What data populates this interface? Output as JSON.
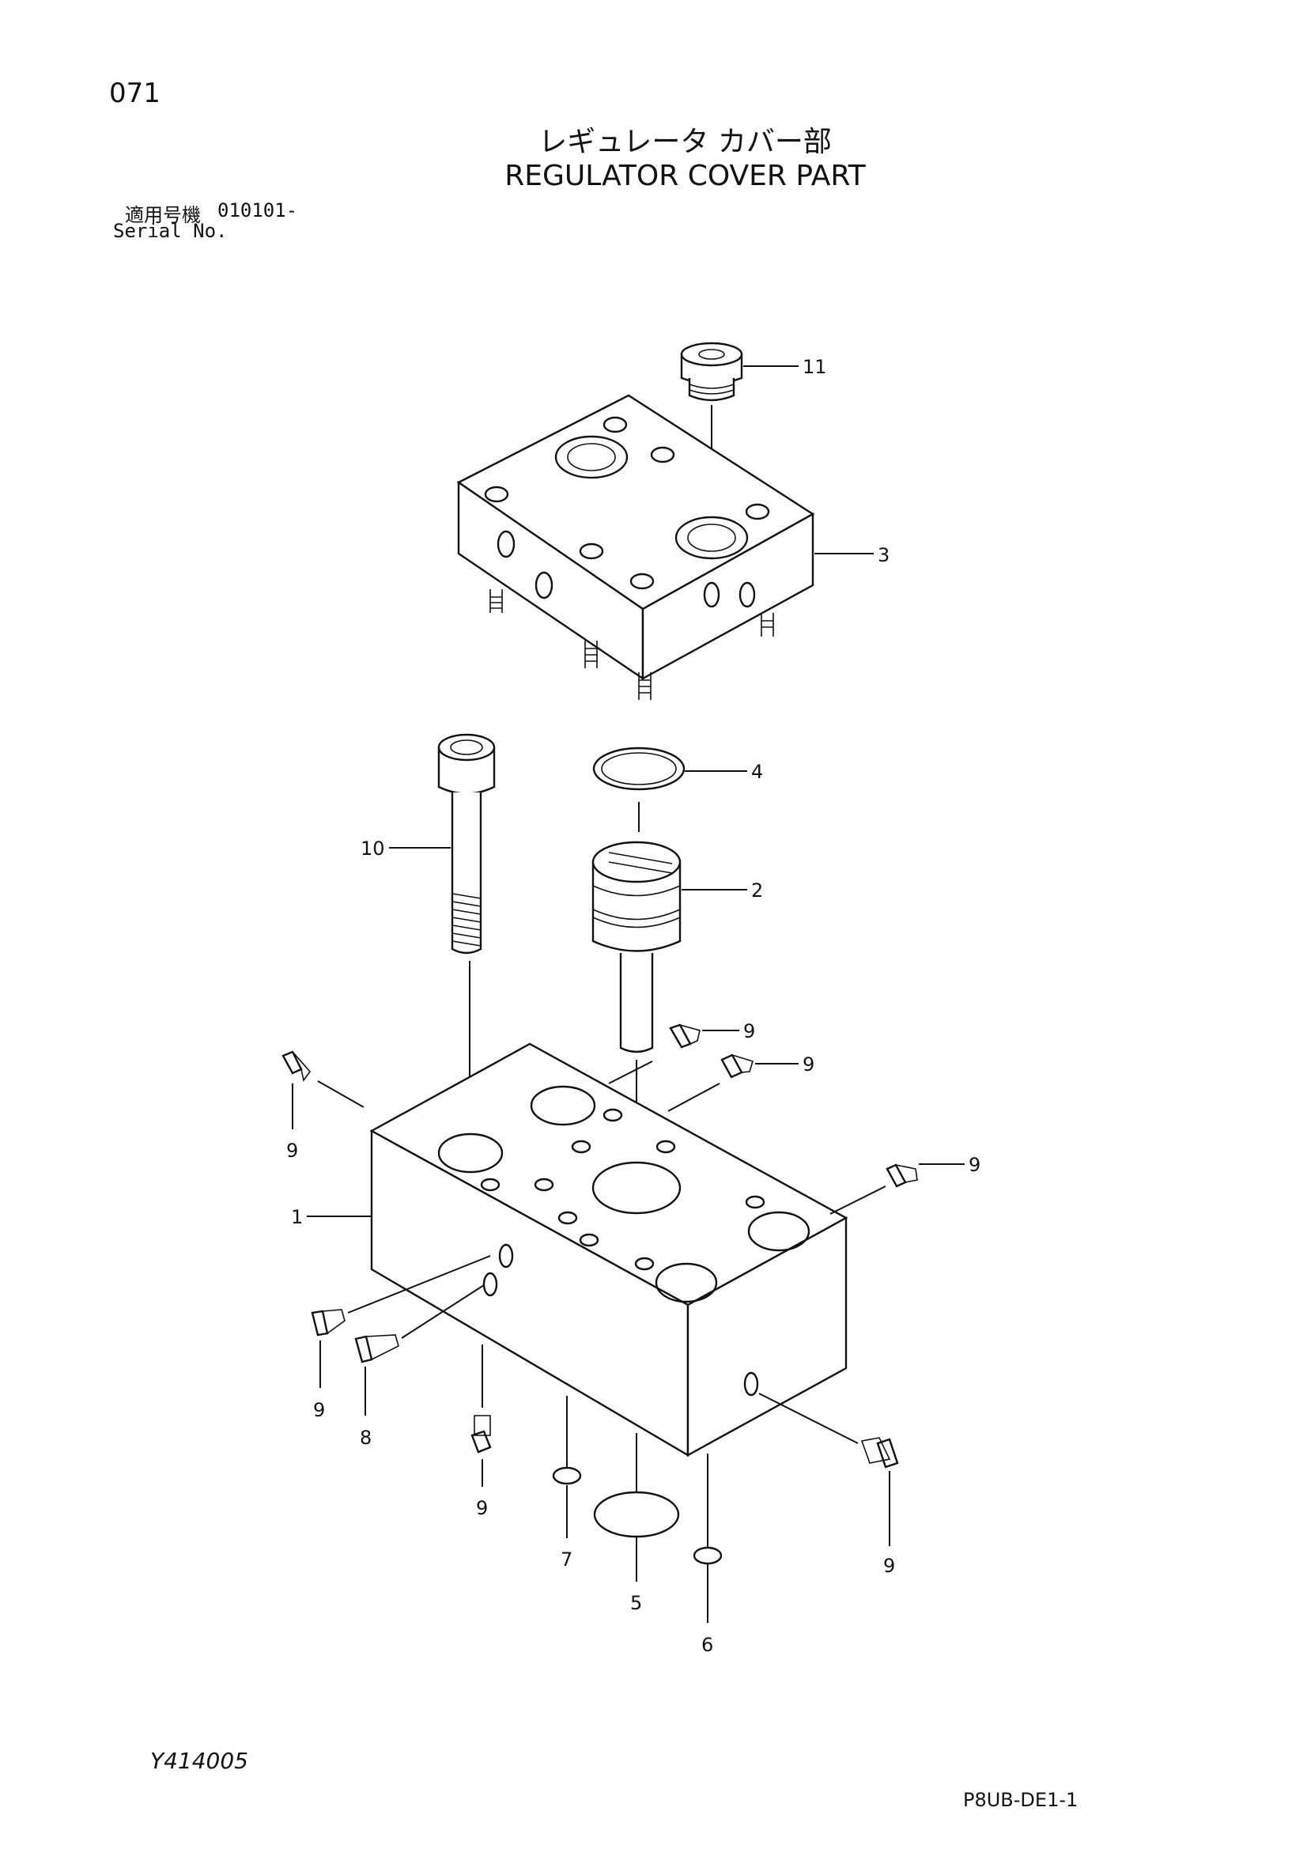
{
  "header": {
    "page_number": "071",
    "title_jp": "レギュレータ カバー部",
    "title_en": "REGULATOR COVER PART",
    "serial_label_jp": "適用号機",
    "serial_value": "010101-",
    "serial_label_en": "Serial No."
  },
  "footer": {
    "figure_id": "Y414005",
    "doc_code": "P8UB-DE1-1"
  },
  "callouts": {
    "c11": "11",
    "c3": "3",
    "c4": "4",
    "c10": "10",
    "c2": "2",
    "c9a": "9",
    "c9b": "9",
    "c9c": "9",
    "c9d": "9",
    "c1": "1",
    "c9e": "9",
    "c8": "8",
    "c9f": "9",
    "c7": "7",
    "c5": "5",
    "c6": "6",
    "c9g": "9"
  }
}
